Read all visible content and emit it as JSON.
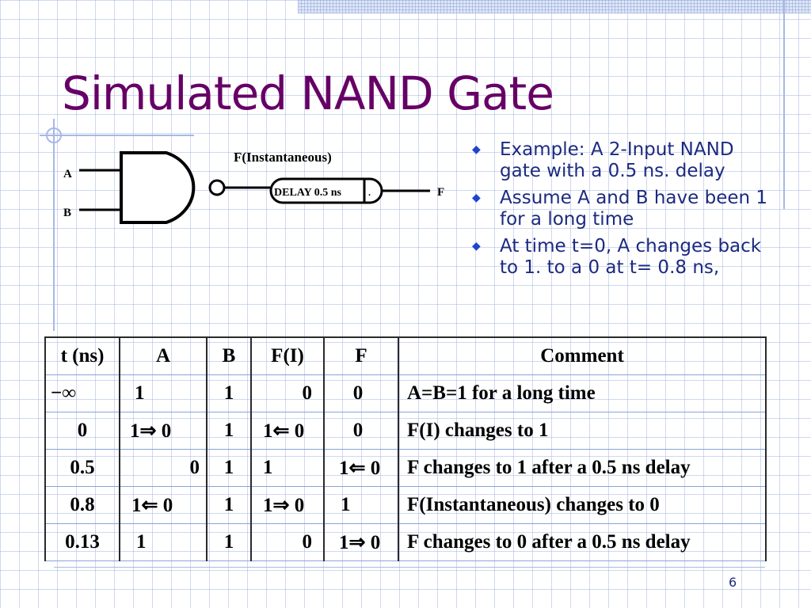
{
  "slide": {
    "title": "Simulated NAND Gate",
    "page_number": "6",
    "colors": {
      "title": "#660066",
      "body_text": "#1c2a80",
      "bullet": "#1f44cc",
      "grid": "#a7b8e6"
    }
  },
  "diagram": {
    "input_a": "A",
    "input_b": "B",
    "instantaneous_label": "F(Instantaneous)",
    "delay_label": "DELAY 0.5 ns",
    "delay_period": ".",
    "output_label": "F"
  },
  "bullets": [
    "Example:  A 2-Input NAND gate with a 0.5 ns. delay",
    "Assume A and B have been 1 for a long time",
    "At time t=0, A changes back to 1. to a 0 at t= 0.8 ns,"
  ],
  "table": {
    "headers": [
      "t (ns)",
      "A",
      "B",
      "F(I)",
      "F",
      "Comment"
    ],
    "rows": [
      [
        "−∞",
        "1",
        "1",
        "0",
        "0",
        "A=B=1 for a long time"
      ],
      [
        "0",
        "1⇒ 0",
        "1",
        "1⇐ 0",
        "0",
        "F(I) changes to 1"
      ],
      [
        "0.5",
        "0",
        "1",
        "1",
        "1⇐ 0",
        "F changes to 1 after a 0.5 ns delay"
      ],
      [
        "0.8",
        "1⇐ 0",
        "1",
        "1⇒ 0",
        "1",
        "F(Instantaneous) changes to 0"
      ],
      [
        "0.13",
        "1",
        "1",
        "0",
        "1⇒ 0",
        "F changes to 0 after a 0.5 ns delay"
      ]
    ]
  }
}
